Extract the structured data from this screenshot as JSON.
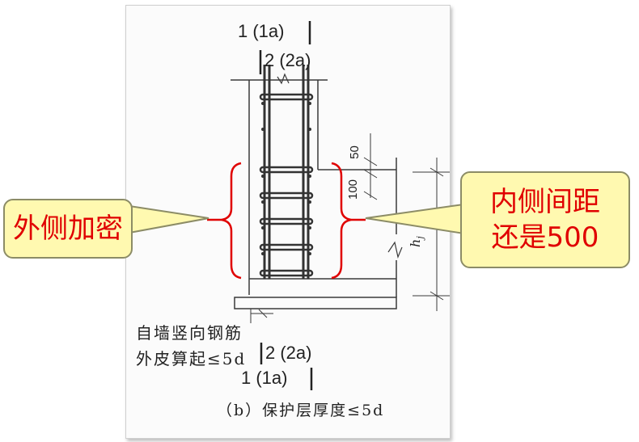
{
  "labels": {
    "top1": "1 (1a)",
    "top2": "2 (2a)",
    "dim50": "50",
    "dim100": "100",
    "hj": "h",
    "hj_sub": "j",
    "note_line1": "自墙竖向钢筋",
    "note_line2": "外皮算起≤5d",
    "bottom2": "2 (2a)",
    "bottom1": "1 (1a)",
    "caption": "（b）保护层厚度≤5d"
  },
  "callouts": {
    "left": "外侧加密",
    "right_line1": "内侧间距",
    "right_line2": "还是500"
  },
  "colors": {
    "callout_fill": "#fff9b0",
    "callout_text": "#e00000",
    "brace": "#e00000",
    "line": "#3a3a3a"
  }
}
